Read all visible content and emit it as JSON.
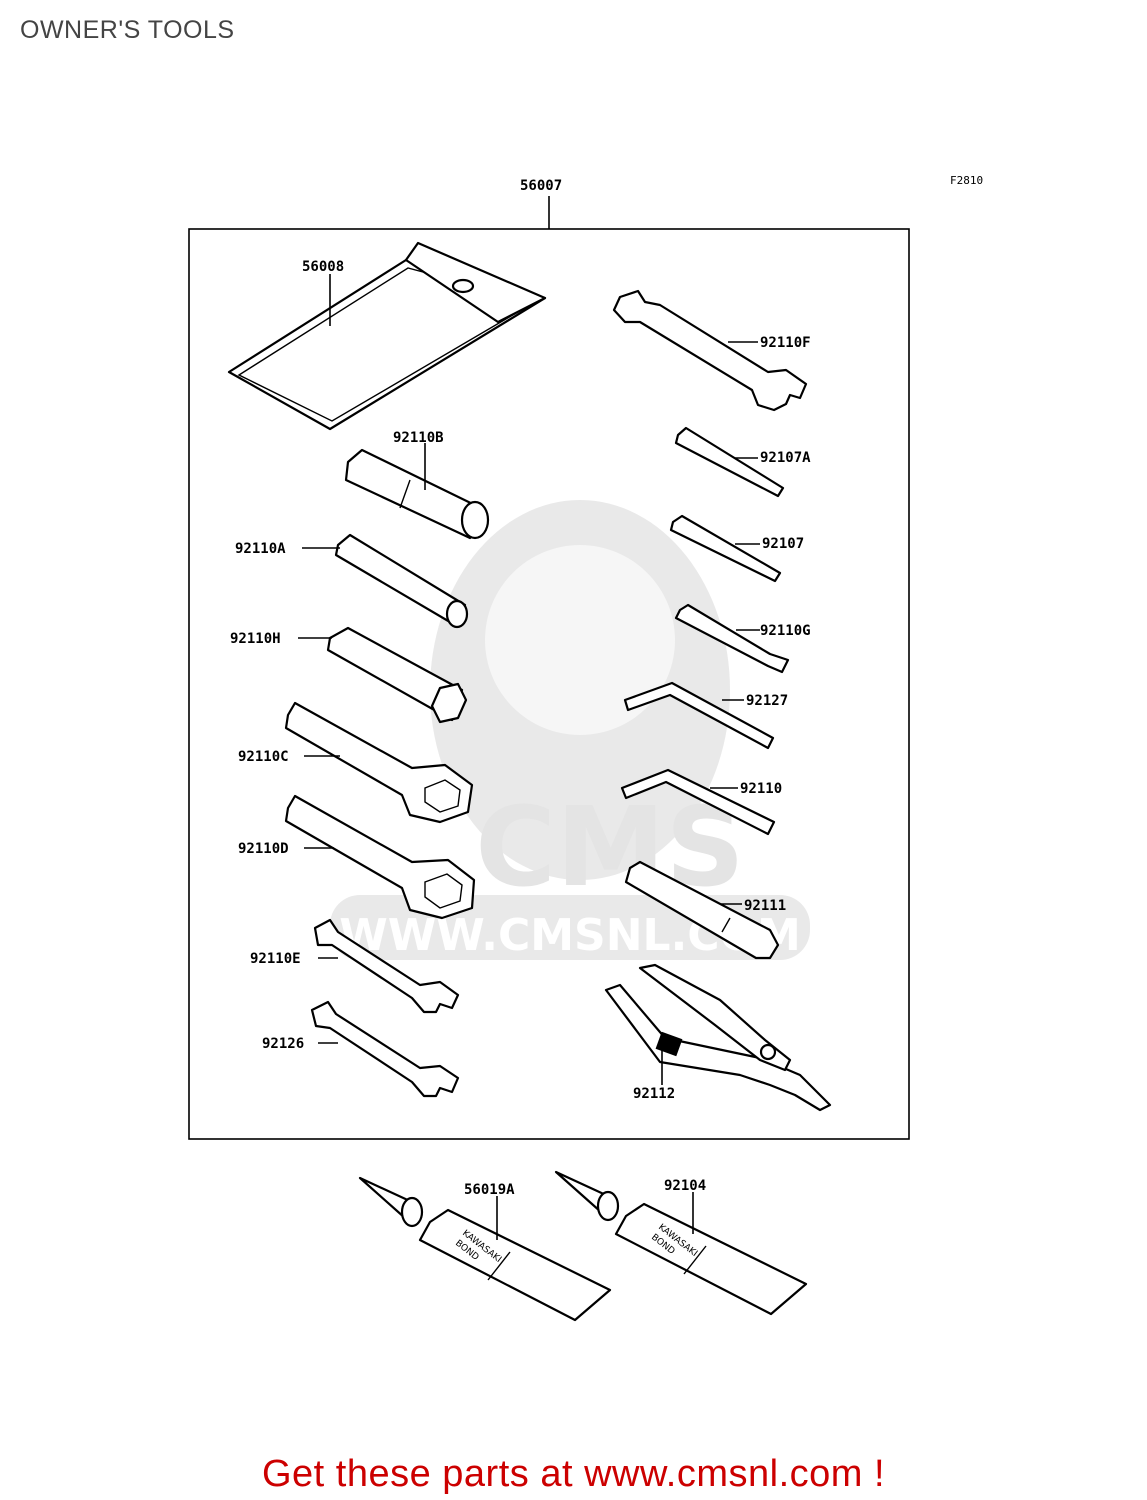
{
  "title": "OWNER'S TOOLS",
  "figure_code": "F2810",
  "watermark": {
    "logo": "CMS",
    "url": "WWW.CMSNL.COM"
  },
  "parts": {
    "kit": "56007",
    "bag": "56008",
    "p92110F": "92110F",
    "p92110B": "92110B",
    "p92107A": "92107A",
    "p92110A": "92110A",
    "p92107": "92107",
    "p92110H": "92110H",
    "p92110G": "92110G",
    "p92127": "92127",
    "p92110C": "92110C",
    "p92110": "92110",
    "p92110D": "92110D",
    "p92111": "92111",
    "p92110E": "92110E",
    "p92126": "92126",
    "p92112": "92112",
    "p56019A": "56019A",
    "p92104": "92104"
  },
  "tube_text": {
    "line1": "KAWASAKI",
    "line2": "BOND"
  },
  "footer": "Get these parts at www.cmsnl.com !",
  "colors": {
    "footer": "#cc0000",
    "title": "#444444",
    "watermark": "#e9e9e9"
  }
}
